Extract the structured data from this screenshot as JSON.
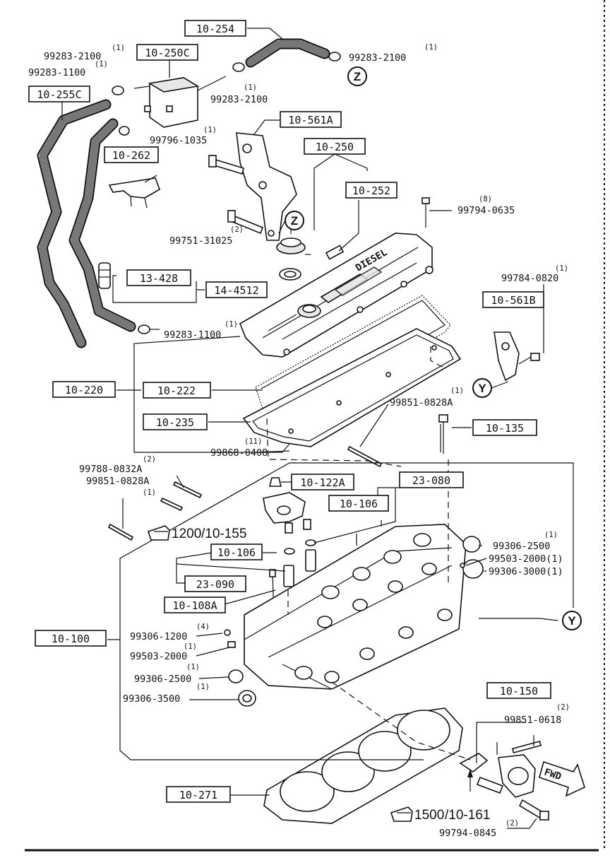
{
  "diagram": {
    "boxes": {
      "b10_254": "10-254",
      "b10_250c": "10-250C",
      "b10_255c": "10-255C",
      "b10_262": "10-262",
      "b10_561a": "10-561A",
      "b10_250": "10-250",
      "b10_252": "10-252",
      "b13_428": "13-428",
      "b14_4512": "14-4512",
      "b10_561b": "10-561B",
      "b10_220": "10-220",
      "b10_222": "10-222",
      "b10_235": "10-235",
      "b10_135": "10-135",
      "b10_122a": "10-122A",
      "b23_080": "23-080",
      "b10_106a": "10-106",
      "b10_106b": "10-106",
      "b23_090": "23-090",
      "b10_108a": "10-108A",
      "b10_100": "10-100",
      "b10_150": "10-150",
      "b10_271": "10-271"
    },
    "parts": {
      "p1": "99283-2100",
      "p2": "99283-1100",
      "p3": "99283-2100",
      "p4": "99283-2100",
      "p5": "99796-1035",
      "p6": "99751-31025",
      "p7": "99794-0635",
      "p8": "99784-0820",
      "p9": "99283-1100",
      "p10": "99851-0828A",
      "p11": "99868-0408",
      "p12": "99788-0832A",
      "p13": "99851-0828A",
      "p14": "99306-2500",
      "p15": "99503-2000(1)",
      "p16": "99306-3000(1)",
      "p17": "99306-1200",
      "p18": "99503-2000",
      "p19": "99306-2500",
      "p20": "99306-3500",
      "p21": "99851-0618",
      "p22": "99794-0845"
    },
    "quantities": {
      "q1": "(1)",
      "q2": "(1)",
      "q3": "(1)",
      "q4": "(1)",
      "q5": "(1)",
      "q6": "(2)",
      "q7": "(8)",
      "q8": "(1)",
      "q9": "(1)",
      "q10": "(1)",
      "q11": "(11)",
      "q12": "(2)",
      "q13": "(1)",
      "q14": "(1)",
      "q17": "(4)",
      "q18": "(1)",
      "q19": "(1)",
      "q20": "(1)",
      "q21": "(2)",
      "q22": "(2)"
    },
    "refs": {
      "r1200_num": "1200",
      "r1200_page": "/10-155",
      "r1500_num": "1500",
      "r1500_page": "/10-161"
    },
    "markers": {
      "z": "Z",
      "y": "Y"
    },
    "stamps": {
      "diesel": "DIESEL",
      "fwd": "FWD"
    }
  }
}
